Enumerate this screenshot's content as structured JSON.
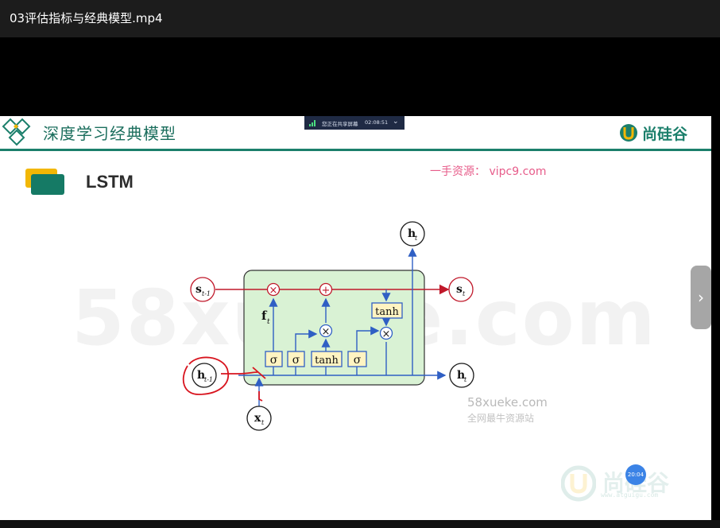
{
  "window": {
    "title": "03评估指标与经典模型.mp4"
  },
  "slide": {
    "header_title": "深度学习经典模型",
    "brand": "尚硅谷",
    "lstm_title": "LSTM",
    "resource_text": "一手资源： vipc9.com"
  },
  "share_bar": {
    "text": "您正在共享屏幕",
    "time": "02:08:51"
  },
  "diagram": {
    "s_prev": "s",
    "s_prev_sub": "t-1",
    "s_cur": "s",
    "s_cur_sub": "t",
    "h_top": "h",
    "h_top_sub": "t",
    "h_out": "h",
    "h_out_sub": "t",
    "h_prev": "h",
    "h_prev_sub": "t-1",
    "x_in": "x",
    "x_in_sub": "t",
    "f_label": "f",
    "f_sub": "t",
    "gate_sigma_1": "σ",
    "gate_sigma_2": "σ",
    "gate_tanh_1": "tanh",
    "gate_sigma_3": "σ",
    "gate_tanh_2": "tanh",
    "op_multiply": "×",
    "op_add": "+"
  },
  "watermarks": {
    "big": "58xueke.com",
    "site": "58xueke.com",
    "sub": "全网最牛资源站",
    "brand": "尚硅谷",
    "url": "www.atguigu.com"
  },
  "overlay": {
    "time_bubble": "20:04",
    "next_icon": "chevron-right"
  },
  "colors": {
    "accent_green": "#1b7f6b",
    "cell_fill": "#d9f2d4",
    "red_line": "#c0182a",
    "blue_line": "#2f5fc4"
  }
}
